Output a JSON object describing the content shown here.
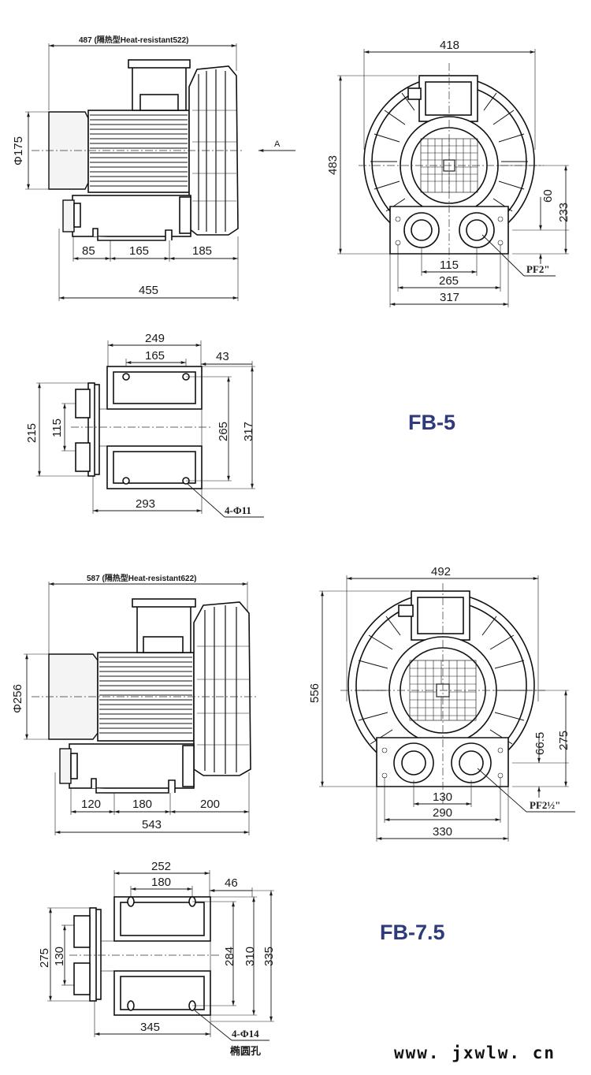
{
  "fb5": {
    "model": "FB-5",
    "side": {
      "overall_top": "487 (隔热型Heat-resistant522)",
      "dia": "Φ175",
      "arrow": "A",
      "d1": "85",
      "d2": "165",
      "d3": "185",
      "overall": "455"
    },
    "front": {
      "width": "418",
      "height": "483",
      "right1": "60",
      "right2": "233",
      "b1": "115",
      "b2": "265",
      "b3": "317",
      "port": "PF2\""
    },
    "bottom": {
      "w1": "249",
      "w2": "165",
      "w3": "43",
      "h1": "215",
      "h2": "115",
      "h3": "265",
      "h4": "317",
      "w4": "293",
      "holes": "4-Φ11"
    }
  },
  "fb75": {
    "model": "FB-7.5",
    "side": {
      "overall_top": "587 (隔热型Heat-resistant622)",
      "dia": "Φ256",
      "d1": "120",
      "d2": "180",
      "d3": "200",
      "overall": "543"
    },
    "front": {
      "width": "492",
      "height": "556",
      "right1": "66.5",
      "right2": "275",
      "b1": "130",
      "b2": "290",
      "b3": "330",
      "port": "PF2½\""
    },
    "bottom": {
      "w1": "252",
      "w2": "180",
      "w3": "46",
      "h1": "275",
      "h2": "130",
      "h3": "284",
      "h4": "310",
      "h5": "335",
      "w4": "345",
      "holes": "4-Φ14",
      "holes_note": "椭圆孔"
    }
  },
  "site": "www. jxwlw. cn"
}
